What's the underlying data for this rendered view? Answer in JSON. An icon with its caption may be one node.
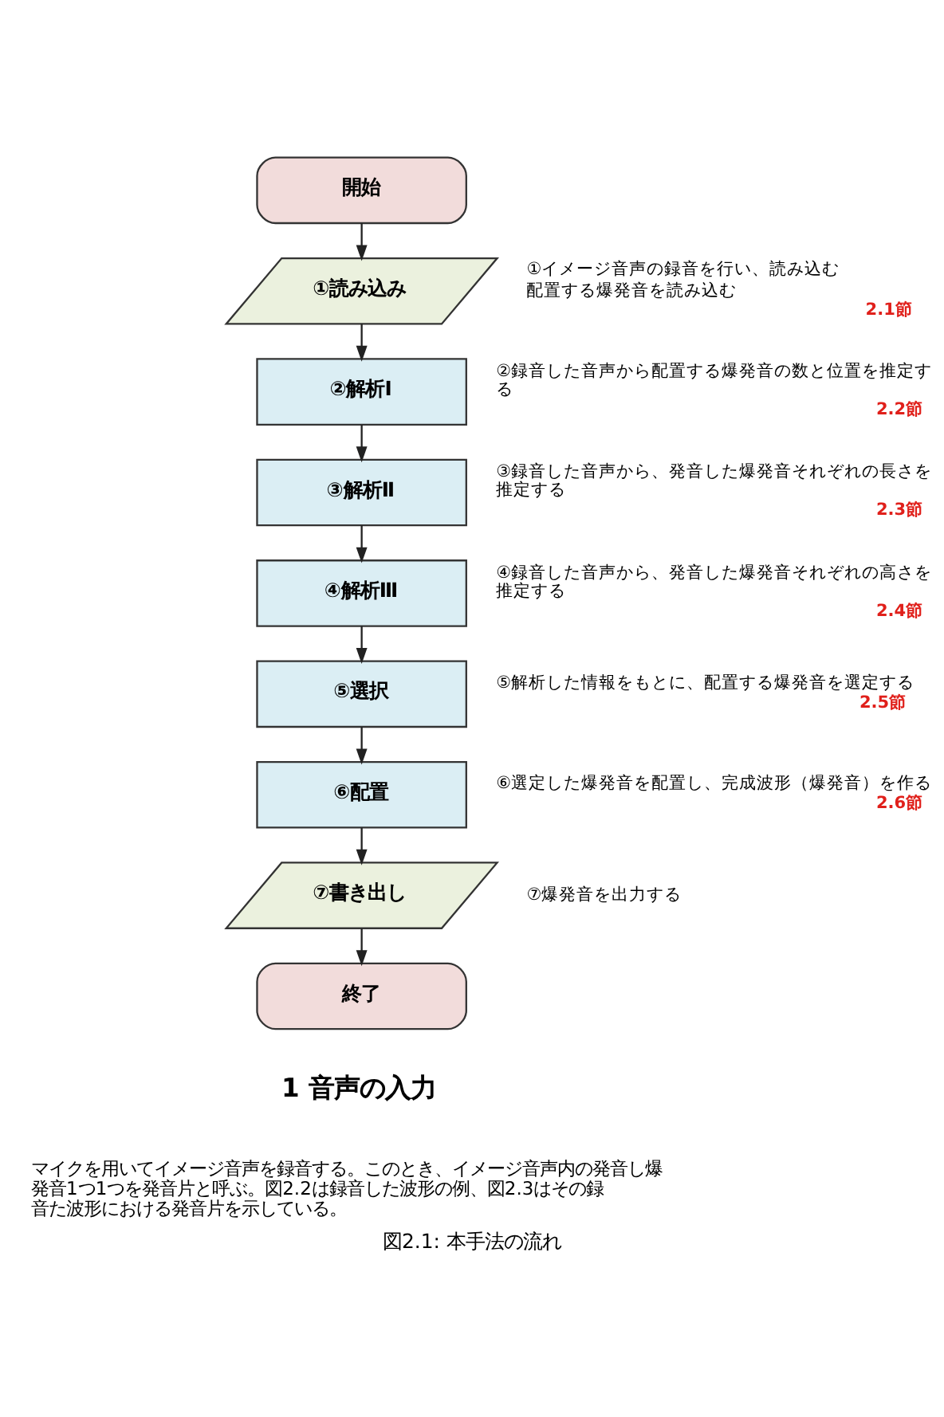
{
  "diagram": {
    "caption": "図2.1: 本手法の流れ",
    "nodes": [
      {
        "text": [
          "開始"
        ]
      },
      {
        "text": [
          "①読み込み"
        ],
        "beside": [
          "①イメージ音声の録音を行い、読み込む",
          "配置する爆発音を読み込む",
          "2.1節"
        ]
      },
      {
        "text": [
          "②解析Ⅰ"
        ],
        "beside": [
          "②録音した音声から配置する爆発音の数と位置を推定する",
          "2.2節"
        ]
      },
      {
        "text": [
          "③解析Ⅱ"
        ],
        "beside": [
          "③録音した音声から、発音した爆発音それぞれの長さを推定する",
          "2.3節"
        ]
      },
      {
        "text": [
          "④解析Ⅲ"
        ],
        "beside": [
          "④録音した音声から、発音した爆発音それぞれの高さを推定する",
          "2.4節"
        ]
      },
      {
        "text": [
          "⑤選択"
        ],
        "beside": [
          "⑤解析した情報をもとに、配置する爆発音を選定する",
          "2.5節"
        ]
      },
      {
        "text": [
          "⑥配置"
        ],
        "beside": [
          "⑥選定した爆発音を配置し、完成波形（爆発音）を作る",
          "2.6節"
        ]
      },
      {
        "text": [
          "⑦書き出し"
        ],
        "beside": [
          "⑦爆発音を出力する"
        ]
      },
      {
        "text": [
          "終了"
        ]
      }
    ],
    "edges": [
      {
        "from": 0,
        "to": 1,
        "arrow": "to"
      },
      {
        "from": 1,
        "to": 2,
        "arrow": "to"
      },
      {
        "from": 2,
        "to": 3,
        "arrow": "to"
      },
      {
        "from": 3,
        "to": 4,
        "arrow": "to"
      },
      {
        "from": 4,
        "to": 5,
        "arrow": "to"
      },
      {
        "from": 5,
        "to": 6,
        "arrow": "to"
      },
      {
        "from": 6,
        "to": 7,
        "arrow": "to"
      },
      {
        "from": 7,
        "to": 8,
        "arrow": "to"
      }
    ],
    "labels": [
      "1 音声の入力",
      "マイクを用いてイメージ音声を録音する。このとき、イメージ音声内の発音し爆発音1つ1つを発音片と呼ぶ。図2.2は録音した波形の例、図2.3はその録音た波形における発音片を示している。"
    ]
  }
}
